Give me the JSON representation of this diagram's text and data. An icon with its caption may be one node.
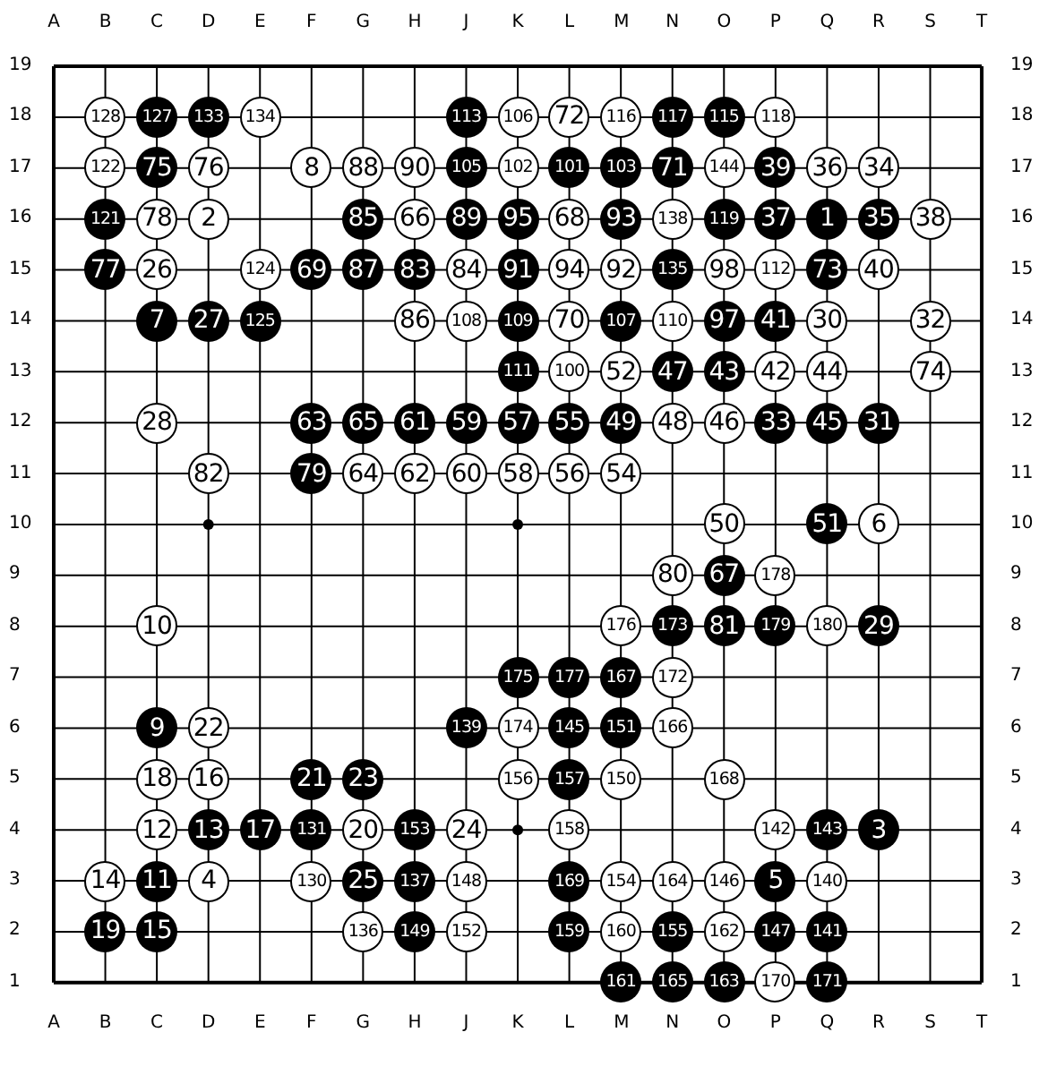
{
  "diagram": {
    "nodes": [
      {
        "text": [
          "128"
        ]
      },
      {
        "text": [
          "127"
        ]
      },
      {
        "text": [
          "133"
        ]
      },
      {
        "text": [
          "134"
        ]
      },
      {
        "text": [
          "113"
        ]
      },
      {
        "text": [
          "106"
        ]
      },
      {
        "text": [
          "72"
        ]
      },
      {
        "text": [
          "116"
        ]
      },
      {
        "text": [
          "117"
        ]
      },
      {
        "text": [
          "115"
        ]
      },
      {
        "text": [
          "118"
        ]
      },
      {
        "text": [
          "122"
        ]
      },
      {
        "text": [
          "75"
        ]
      },
      {
        "text": [
          "76"
        ]
      },
      {
        "text": [
          "8"
        ]
      },
      {
        "text": [
          "88"
        ]
      },
      {
        "text": [
          "90"
        ]
      },
      {
        "text": [
          "105"
        ]
      },
      {
        "text": [
          "102"
        ]
      },
      {
        "text": [
          "101"
        ]
      },
      {
        "text": [
          "103"
        ]
      },
      {
        "text": [
          "71"
        ]
      },
      {
        "text": [
          "144"
        ]
      },
      {
        "text": [
          "39"
        ]
      },
      {
        "text": [
          "36"
        ]
      },
      {
        "text": [
          "34"
        ]
      },
      {
        "text": [
          "121"
        ]
      },
      {
        "text": [
          "78"
        ]
      },
      {
        "text": [
          "2"
        ]
      },
      {
        "text": [
          "85"
        ]
      },
      {
        "text": [
          "66"
        ]
      },
      {
        "text": [
          "89"
        ]
      },
      {
        "text": [
          "95"
        ]
      },
      {
        "text": [
          "68"
        ]
      },
      {
        "text": [
          "93"
        ]
      },
      {
        "text": [
          "138"
        ]
      },
      {
        "text": [
          "119"
        ]
      },
      {
        "text": [
          "37"
        ]
      },
      {
        "text": [
          "1"
        ]
      },
      {
        "text": [
          "35"
        ]
      },
      {
        "text": [
          "38"
        ]
      },
      {
        "text": [
          "77"
        ]
      },
      {
        "text": [
          "26"
        ]
      },
      {
        "text": [
          "124"
        ]
      },
      {
        "text": [
          "69"
        ]
      },
      {
        "text": [
          "87"
        ]
      },
      {
        "text": [
          "83"
        ]
      },
      {
        "text": [
          "84"
        ]
      },
      {
        "text": [
          "91"
        ]
      },
      {
        "text": [
          "94"
        ]
      },
      {
        "text": [
          "92"
        ]
      },
      {
        "text": [
          "135"
        ]
      },
      {
        "text": [
          "98"
        ]
      },
      {
        "text": [
          "112"
        ]
      },
      {
        "text": [
          "73"
        ]
      },
      {
        "text": [
          "40"
        ]
      },
      {
        "text": [
          "7"
        ]
      },
      {
        "text": [
          "27"
        ]
      },
      {
        "text": [
          "125"
        ]
      },
      {
        "text": [
          "86"
        ]
      },
      {
        "text": [
          "108"
        ]
      },
      {
        "text": [
          "109"
        ]
      },
      {
        "text": [
          "70"
        ]
      },
      {
        "text": [
          "107"
        ]
      },
      {
        "text": [
          "110"
        ]
      },
      {
        "text": [
          "97"
        ]
      },
      {
        "text": [
          "41"
        ]
      },
      {
        "text": [
          "30"
        ]
      },
      {
        "text": [
          "32"
        ]
      },
      {
        "text": [
          "111"
        ]
      },
      {
        "text": [
          "100"
        ]
      },
      {
        "text": [
          "52"
        ]
      },
      {
        "text": [
          "47"
        ]
      },
      {
        "text": [
          "43"
        ]
      },
      {
        "text": [
          "42"
        ]
      },
      {
        "text": [
          "44"
        ]
      },
      {
        "text": [
          "74"
        ]
      },
      {
        "text": [
          "28"
        ]
      },
      {
        "text": [
          "63"
        ]
      },
      {
        "text": [
          "65"
        ]
      },
      {
        "text": [
          "61"
        ]
      },
      {
        "text": [
          "59"
        ]
      },
      {
        "text": [
          "57"
        ]
      },
      {
        "text": [
          "55"
        ]
      },
      {
        "text": [
          "49"
        ]
      },
      {
        "text": [
          "48"
        ]
      },
      {
        "text": [
          "46"
        ]
      },
      {
        "text": [
          "33"
        ]
      },
      {
        "text": [
          "45"
        ]
      },
      {
        "text": [
          "31"
        ]
      },
      {
        "text": [
          "82"
        ]
      },
      {
        "text": [
          "79"
        ]
      },
      {
        "text": [
          "64"
        ]
      },
      {
        "text": [
          "62"
        ]
      },
      {
        "text": [
          "60"
        ]
      },
      {
        "text": [
          "58"
        ]
      },
      {
        "text": [
          "56"
        ]
      },
      {
        "text": [
          "54"
        ]
      },
      {
        "text": [
          "50"
        ]
      },
      {
        "text": [
          "51"
        ]
      },
      {
        "text": [
          "6"
        ]
      },
      {
        "text": [
          "80"
        ]
      },
      {
        "text": [
          "67"
        ]
      },
      {
        "text": [
          "178"
        ]
      },
      {
        "text": [
          "10"
        ]
      },
      {
        "text": [
          "176"
        ]
      },
      {
        "text": [
          "173"
        ]
      },
      {
        "text": [
          "81"
        ]
      },
      {
        "text": [
          "179"
        ]
      },
      {
        "text": [
          "180"
        ]
      },
      {
        "text": [
          "29"
        ]
      },
      {
        "text": [
          "175"
        ]
      },
      {
        "text": [
          "177"
        ]
      },
      {
        "text": [
          "167"
        ]
      },
      {
        "text": [
          "172"
        ]
      },
      {
        "text": [
          "9"
        ]
      },
      {
        "text": [
          "22"
        ]
      },
      {
        "text": [
          "139"
        ]
      },
      {
        "text": [
          "174"
        ]
      },
      {
        "text": [
          "145"
        ]
      },
      {
        "text": [
          "151"
        ]
      },
      {
        "text": [
          "166"
        ]
      },
      {
        "text": [
          "18"
        ]
      },
      {
        "text": [
          "16"
        ]
      },
      {
        "text": [
          "21"
        ]
      },
      {
        "text": [
          "23"
        ]
      },
      {
        "text": [
          "156"
        ]
      },
      {
        "text": [
          "157"
        ]
      },
      {
        "text": [
          "150"
        ]
      },
      {
        "text": [
          "168"
        ]
      },
      {
        "text": [
          "12"
        ]
      },
      {
        "text": [
          "13"
        ]
      },
      {
        "text": [
          "17"
        ]
      },
      {
        "text": [
          "131"
        ]
      },
      {
        "text": [
          "20"
        ]
      },
      {
        "text": [
          "153"
        ]
      },
      {
        "text": [
          "24"
        ]
      },
      {
        "text": [
          "158"
        ]
      },
      {
        "text": [
          "142"
        ]
      },
      {
        "text": [
          "143"
        ]
      },
      {
        "text": [
          "3"
        ]
      },
      {
        "text": [
          "14"
        ]
      },
      {
        "text": [
          "11"
        ]
      },
      {
        "text": [
          "4"
        ]
      },
      {
        "text": [
          "130"
        ]
      },
      {
        "text": [
          "25"
        ]
      },
      {
        "text": [
          "137"
        ]
      },
      {
        "text": [
          "148"
        ]
      },
      {
        "text": [
          "169"
        ]
      },
      {
        "text": [
          "154"
        ]
      },
      {
        "text": [
          "164"
        ]
      },
      {
        "text": [
          "146"
        ]
      },
      {
        "text": [
          "5"
        ]
      },
      {
        "text": [
          "140"
        ]
      },
      {
        "text": [
          "19"
        ]
      },
      {
        "text": [
          "15"
        ]
      },
      {
        "text": [
          "136"
        ]
      },
      {
        "text": [
          "149"
        ]
      },
      {
        "text": [
          "152"
        ]
      },
      {
        "text": [
          "159"
        ]
      },
      {
        "text": [
          "160"
        ]
      },
      {
        "text": [
          "155"
        ]
      },
      {
        "text": [
          "162"
        ]
      },
      {
        "text": [
          "147"
        ]
      },
      {
        "text": [
          "141"
        ]
      },
      {
        "text": [
          "161"
        ]
      },
      {
        "text": [
          "165"
        ]
      },
      {
        "text": [
          "163"
        ]
      },
      {
        "text": [
          "170"
        ]
      },
      {
        "text": [
          "171"
        ]
      }
    ],
    "edges": [],
    "labels": [
      "A",
      "B",
      "C",
      "D",
      "E",
      "F",
      "G",
      "H",
      "J",
      "K",
      "L",
      "M",
      "N",
      "O",
      "P",
      "Q",
      "R",
      "S",
      "T",
      "19",
      "19",
      "18",
      "18",
      "17",
      "17",
      "16",
      "16",
      "15",
      "15",
      "14",
      "14",
      "13",
      "13",
      "12",
      "12",
      "11",
      "11",
      "10",
      "10",
      "9",
      "9",
      "8",
      "8",
      "7",
      "7",
      "6",
      "6",
      "5",
      "5",
      "4",
      "4",
      "3",
      "3",
      "2",
      "2",
      "1",
      "1",
      "A",
      "B",
      "C",
      "D",
      "E",
      "F",
      "G",
      "H",
      "J",
      "K",
      "L",
      "M",
      "N",
      "O",
      "P",
      "Q",
      "R",
      "S",
      "T"
    ]
  }
}
